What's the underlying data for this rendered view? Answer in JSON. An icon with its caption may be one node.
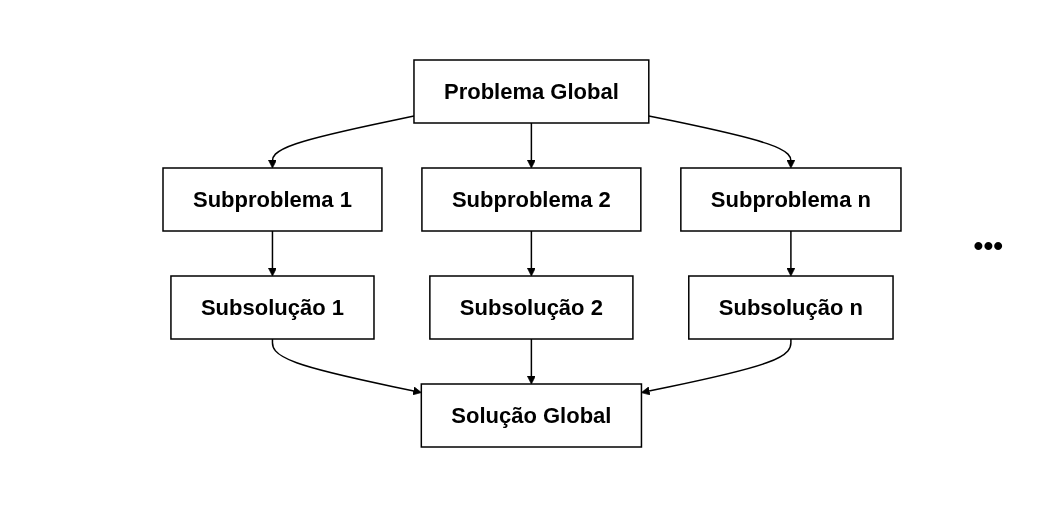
{
  "diagram": {
    "nodes": [
      {
        "text": [
          "Problema Global"
        ]
      },
      {
        "text": [
          "Subproblema 1"
        ]
      },
      {
        "text": [
          "Subproblema 2"
        ]
      },
      {
        "text": [
          "Subproblema n"
        ]
      },
      {
        "text": [
          "Subsolução 1"
        ]
      },
      {
        "text": [
          "Subsolução 2"
        ]
      },
      {
        "text": [
          "Subsolução n"
        ]
      },
      {
        "text": [
          "Solução Global"
        ]
      }
    ],
    "edges": [
      {
        "from": 0,
        "to": 1,
        "arrow": "to"
      },
      {
        "from": 0,
        "to": 2,
        "arrow": "to"
      },
      {
        "from": 0,
        "to": 3,
        "arrow": "to"
      },
      {
        "from": 1,
        "to": 4,
        "arrow": "to"
      },
      {
        "from": 2,
        "to": 5,
        "arrow": "to"
      },
      {
        "from": 3,
        "to": 6,
        "arrow": "to"
      },
      {
        "from": 4,
        "to": 7,
        "arrow": "to"
      },
      {
        "from": 5,
        "to": 7,
        "arrow": "to"
      },
      {
        "from": 6,
        "to": 7,
        "arrow": "to"
      }
    ],
    "labels": [
      "•••"
    ]
  }
}
